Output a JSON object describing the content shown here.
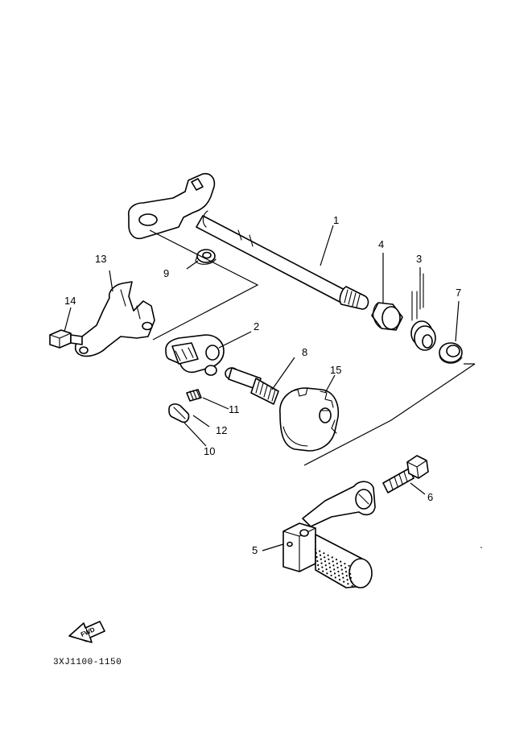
{
  "parts": [
    {
      "id": "1",
      "label": "1"
    },
    {
      "id": "2",
      "label": "2"
    },
    {
      "id": "3",
      "label": "3"
    },
    {
      "id": "4",
      "label": "4"
    },
    {
      "id": "5",
      "label": "5"
    },
    {
      "id": "6",
      "label": "6"
    },
    {
      "id": "7",
      "label": "7"
    },
    {
      "id": "8",
      "label": "8"
    },
    {
      "id": "9",
      "label": "9"
    },
    {
      "id": "10",
      "label": "10"
    },
    {
      "id": "11",
      "label": "11"
    },
    {
      "id": "12",
      "label": "12"
    },
    {
      "id": "13",
      "label": "13"
    },
    {
      "id": "14",
      "label": "14"
    },
    {
      "id": "15",
      "label": "15"
    }
  ],
  "fwd_indicator": {
    "text": "FWD",
    "icon": "forward-arrow-icon"
  },
  "diagram_code": "3XJ1100-1150"
}
